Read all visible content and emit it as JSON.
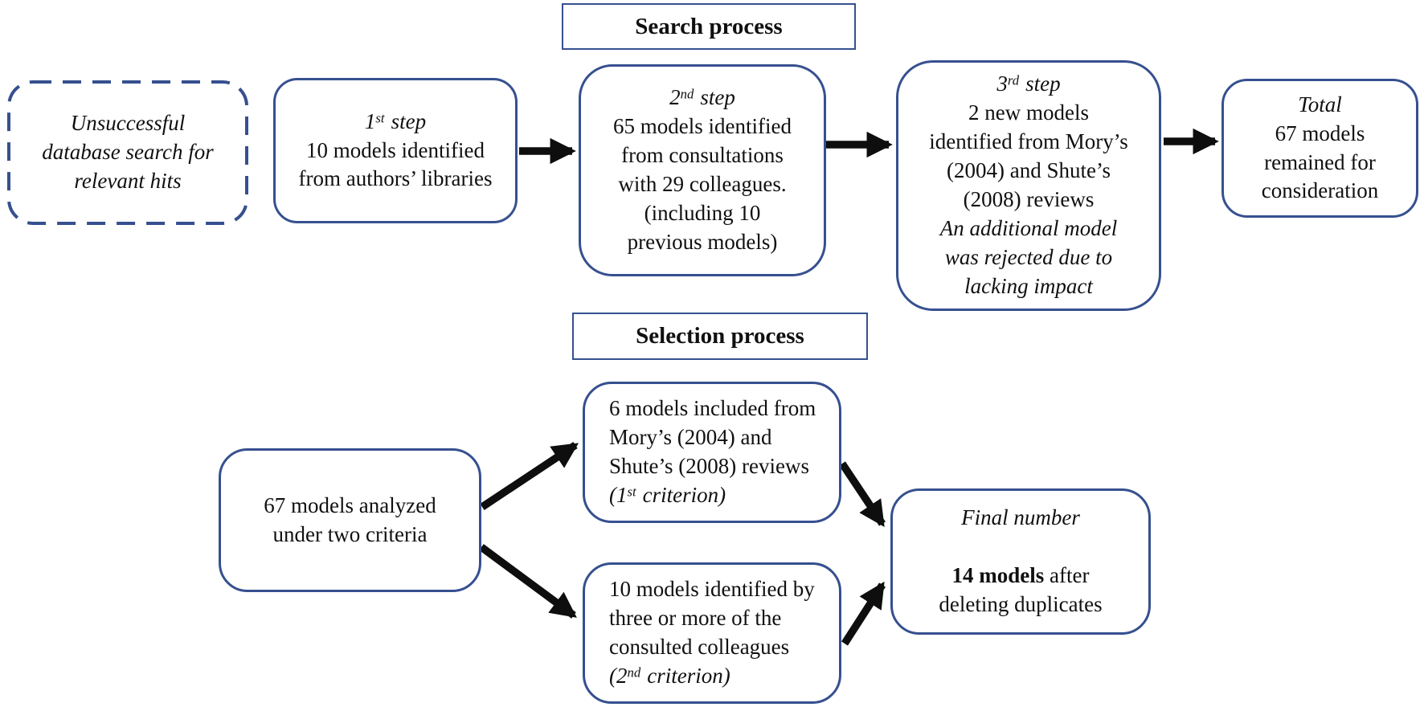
{
  "colors": {
    "box_border": "#36508f",
    "arrow": "#0e0e0e",
    "text": "#101010",
    "background": "#ffffff"
  },
  "search": {
    "title": "Search process",
    "unsuccessful": {
      "lines": [
        "Unsuccessful",
        "database search for",
        "relevant hits"
      ]
    },
    "step1": {
      "num": "1",
      "sup": "st",
      "word": "step",
      "lines": [
        "10 models identified",
        "from authors’ libraries"
      ]
    },
    "step2": {
      "num": "2",
      "sup": "nd",
      "word": "step",
      "lines": [
        "65 models identified",
        "from consultations",
        "with 29 colleagues.",
        "(including 10",
        "previous models)"
      ]
    },
    "step3": {
      "num": "3",
      "sup": "rd",
      "word": "step",
      "lines": [
        "2 new models",
        "identified from Mory’s",
        "(2004) and Shute’s",
        "(2008) reviews"
      ],
      "note_lines": [
        "An additional model",
        "was rejected due to",
        "lacking impact"
      ]
    },
    "total": {
      "title": "Total",
      "lines": [
        "67 models",
        "remained for",
        "consideration"
      ]
    }
  },
  "selection": {
    "title": "Selection process",
    "analyzed": {
      "lines": [
        "67 models analyzed",
        "under two criteria"
      ]
    },
    "criterion1": {
      "lines": [
        "6 models included from",
        "Mory’s (2004) and",
        "Shute’s (2008) reviews"
      ],
      "crit_open": "(1",
      "crit_sup": "st",
      "crit_rest": "criterion)"
    },
    "criterion2": {
      "lines": [
        "10 models identified by",
        "three or more of the",
        "consulted colleagues"
      ],
      "crit_open": "(2",
      "crit_sup": "nd",
      "crit_rest": "criterion)"
    },
    "final": {
      "title": "Final number",
      "bold": "14 models",
      "after": " after",
      "line2": "deleting duplicates"
    }
  }
}
